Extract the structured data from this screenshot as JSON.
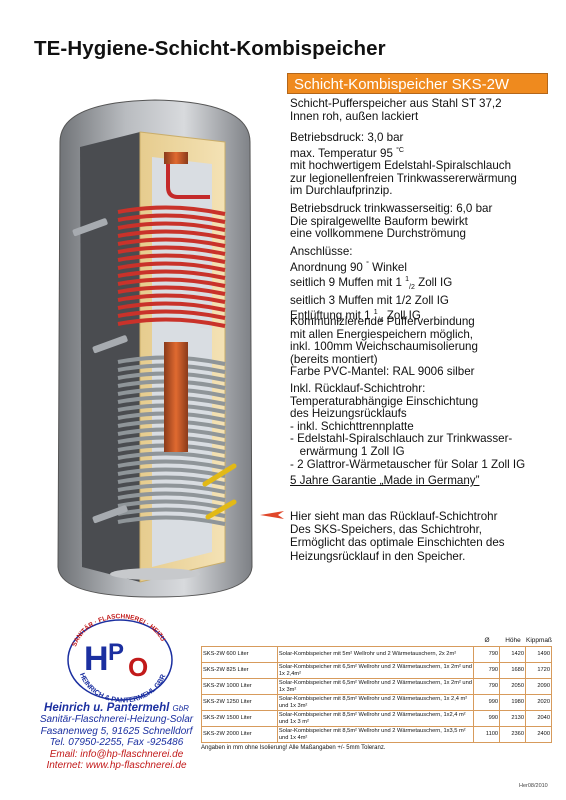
{
  "title": "TE-Hygiene-Schicht-Kombispeicher",
  "product_title": "Schicht-Kombispeicher SKS-2W",
  "para1": [
    "Schicht-Pufferspeicher aus Stahl ST 37,2",
    "Innen roh, außen lackiert"
  ],
  "para2": [
    "Betriebsdruck: 3,0 bar",
    "max. Temperatur 95",
    "°C",
    "mit hochwertigem Edelstahl-Spiralschlauch",
    "zur legionellenfreien Trinkwassererwärmung",
    "im Durchlaufprinzip."
  ],
  "para3": [
    "Betriebsdruck trinkwasserseitig: 6,0 bar",
    "Die spiralgewellte Bauform bewirkt",
    "eine vollkommene Durchströmung"
  ],
  "para4": {
    "l1": "Anschlüsse:",
    "l2a": "Anordnung 90",
    "l2deg": "°",
    "l2b": " Winkel",
    "l3a": "seitlich 9 Muffen mit 1 ",
    "l3sup": "1",
    "l3sub": "/2",
    "l3b": " Zoll IG",
    "l4": "seitlich 3 Muffen mit 1/2 Zoll IG",
    "l5a": "Entlüftung mit 1  ",
    "l5sup": "1",
    "l5sub": "/4",
    "l5b": " Zoll IG"
  },
  "para5": [
    "Kommunizierende Pufferverbindung",
    "mit allen Energiespeichern möglich,",
    "inkl. 100mm Weichschaumisolierung",
    "(bereits montiert)",
    "Farbe PVC-Mantel: RAL 9006 silber"
  ],
  "para6": [
    "Inkl. Rücklauf-Schichtrohr:",
    "Temperaturabhängige Einschichtung",
    "des Heizungsrücklaufs",
    "- inkl. Schichttrennplatte",
    "- Edelstahl-Spiralschlauch zur Trinkwasser-",
    "   erwärmung 1 Zoll IG",
    "- 2 Glattror-Wärmetauscher für Solar 1 Zoll IG"
  ],
  "guarantee": "5 Jahre Garantie „Made in Germany”",
  "note": [
    "Hier sieht man das Rücklauf-Schichtrohr",
    "Des SKS-Speichers, das Schichtrohr,",
    "Ermöglicht das optimale Einschichten des",
    "Heizungsrücklauf in den Speicher."
  ],
  "logo": {
    "initials_h": "H",
    "initials_p": "P",
    "initials_o": "O",
    "arc_top": "SANITÄR · FLASCHNEREI · HEIZUNG · SOLAR",
    "arc_bottom": "HEINRICH & PANTERMEHL GBR"
  },
  "company": {
    "name": "Heinrich u. Pantermehl",
    "suffix": "GbR",
    "line1": "Sanitär-Flaschnerei-Heizung-Solar",
    "line2": "Fasanenweg 5, 91625 Schnelldorf",
    "line3": "Tel. 07950-2255, Fax -925486",
    "line4": "Email: info@hp-flaschnerei.de",
    "line5": "Internet: www.hp-flaschnerei.de"
  },
  "table": {
    "headers": [
      "Ø",
      "Höhe",
      "Kippmaß"
    ],
    "rows": [
      {
        "name": "SKS-2W 600 Liter",
        "desc": "Solar-Kombispeicher mit 5m² Wellrohr und 2 Wärmetauschern, 2x 2m²",
        "d": "790",
        "h": "1420",
        "k": "1490"
      },
      {
        "name": "SKS-2W 825 Liter",
        "desc": "Solar-Kombispeicher mit 6,5m² Wellrohr und 2 Wärmetauschern, 1x 2m² und 1x 2,4m²",
        "d": "790",
        "h": "1680",
        "k": "1720"
      },
      {
        "name": "SKS-2W 1000 Liter",
        "desc": "Solar-Kombispeicher mit 6,5m² Wellrohr und 2 Wärmetauschern, 1x 2m² und 1x 3m²",
        "d": "790",
        "h": "2050",
        "k": "2090"
      },
      {
        "name": "SKS-2W 1250 Liter",
        "desc": "Solar-Kombispeicher mit 8,5m² Wellrohr und 2 Wärmetauschern, 1x 2,4 m² und 1x 3m²",
        "d": "990",
        "h": "1980",
        "k": "2020"
      },
      {
        "name": "SKS-2W 1500 Liter",
        "desc": "Solar-Kombispeicher mit 8,5m² Wellrohr und 2 Wärmetauschern, 1x2,4 m² und 1x 3 m²",
        "d": "990",
        "h": "2130",
        "k": "2040"
      },
      {
        "name": "SKS-2W 2000 Liter",
        "desc": "Solar-Kombispeicher mit 8,5m² Wellrohr und 2 Wärmetauschern, 1x3,5 m² und 1x 4m²",
        "d": "1100",
        "h": "2360",
        "k": "2400"
      }
    ],
    "footnote": "Angaben in mm ohne Isolierung! Alle Maßangaben +/- 5mm Toleranz."
  },
  "code": "Her08/2010",
  "colors": {
    "accent": "#ef8a1e",
    "company_blue": "#1b2fa0",
    "company_red": "#c21a1a"
  }
}
